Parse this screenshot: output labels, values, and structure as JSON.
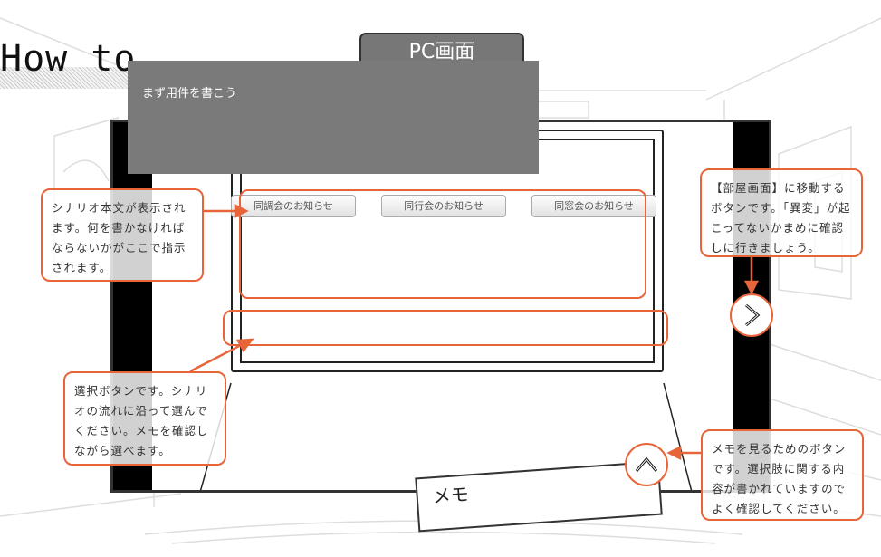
{
  "header": {
    "title": "How to",
    "screen_label": "PC画面"
  },
  "game": {
    "scenario_text": "まず用件を書こう",
    "choices": [
      "同調会のお知らせ",
      "同行会のお知らせ",
      "同窓会のお知らせ"
    ],
    "memo_label": "メモ"
  },
  "notes": {
    "scenario": "シナリオ本文が表示されます。何を書かなければならないかがここで指示されます。",
    "room": "【部屋画面】に移動するボタンです。「異変」が起こってないかまめに確認しに行きましょう。",
    "choices": "選択ボタンです。シナリオの流れに沿って選んでください。メモを確認しながら選べます。",
    "memo": "メモを見るためのボタンです。選択肢に関する内容が書かれていますのでよく確認してください。"
  },
  "colors": {
    "accent": "#e8653a",
    "panel": "#7a7a7a"
  }
}
